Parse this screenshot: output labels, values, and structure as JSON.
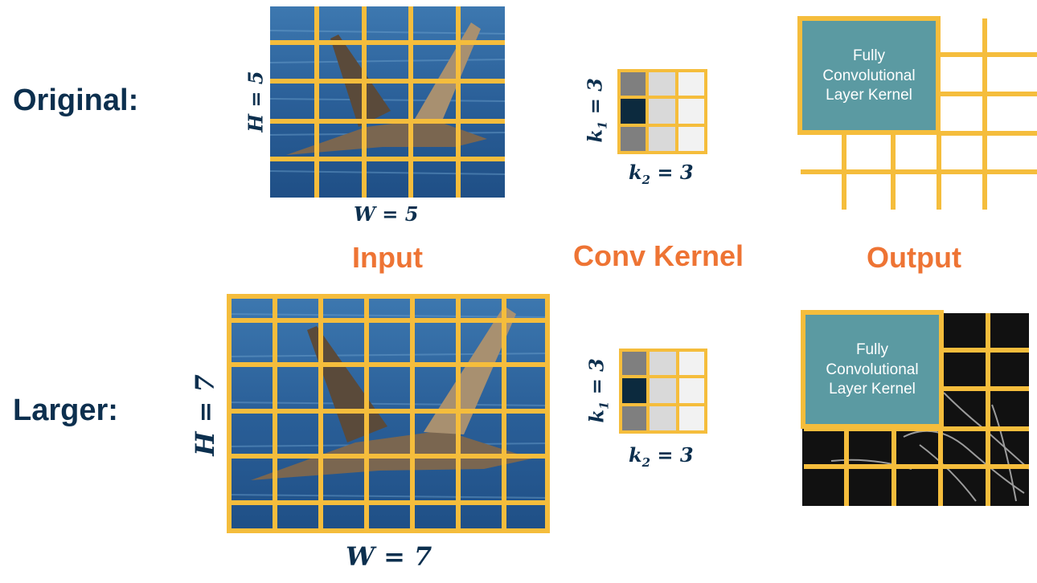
{
  "rows": {
    "original": "Original:",
    "larger": "Larger:"
  },
  "columns": {
    "input": "Input",
    "kernel": "Conv Kernel",
    "output": "Output"
  },
  "original": {
    "h_var": "H",
    "h_val": "5",
    "w_var": "W",
    "w_val": "5",
    "k1_var": "k",
    "k1_sub": "1",
    "k1_val": "3",
    "k2_var": "k",
    "k2_sub": "2",
    "k2_val": "3",
    "box_lines": [
      "Fully",
      "Convolutional",
      "Layer Kernel"
    ]
  },
  "larger": {
    "h_var": "H",
    "h_val": "7",
    "w_var": "W",
    "w_val": "7",
    "k1_var": "k",
    "k1_sub": "1",
    "k1_val": "3",
    "k2_var": "k",
    "k2_sub": "2",
    "k2_val": "3",
    "box_lines": [
      "Fully",
      "Convolutional",
      "Layer Kernel"
    ]
  },
  "colors": {
    "grid": "#f5bd3c",
    "teal": "#5b9aa2",
    "navy": "#0c2f4e",
    "orange": "#ee7434",
    "water": "#2f6aa3"
  },
  "icons": {
    "input_image": "pelicans-photo",
    "output_image": "edge-map-photo"
  }
}
